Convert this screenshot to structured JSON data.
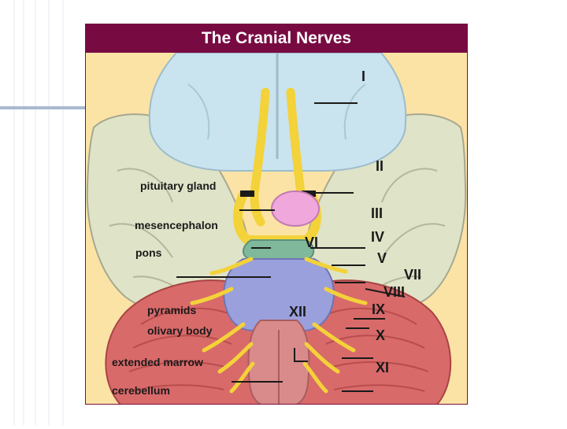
{
  "figure": {
    "title": "The Cranial Nerves",
    "left_labels": {
      "pituitary_gland": "pituitary gland",
      "mesencephalon": "mesencephalon",
      "pons": "pons",
      "pyramids": "pyramids",
      "olivary_body": "olivary body",
      "extended_marrow": "extended marrow",
      "cerebellum": "cerebellum"
    },
    "nerve_labels": {
      "n1": "I",
      "n2": "II",
      "n3": "III",
      "n4": "IV",
      "n5": "V",
      "n6": "VI",
      "n7": "VII",
      "n8": "VIII",
      "n9": "IX",
      "n10": "X",
      "n11": "XI",
      "n12": "XII"
    }
  },
  "colors": {
    "title_bar": "#780a42",
    "background": "#fbe3a6",
    "cerebrum": "#dfe3c7",
    "frontal_lobe": "#c9e3ef",
    "nerve": "#f3d23a",
    "pituitary": "#f0a8dc",
    "brainstem": "#9aa0dc",
    "medulla": "#d98a8a",
    "cerebellum": "#d96a6a"
  }
}
